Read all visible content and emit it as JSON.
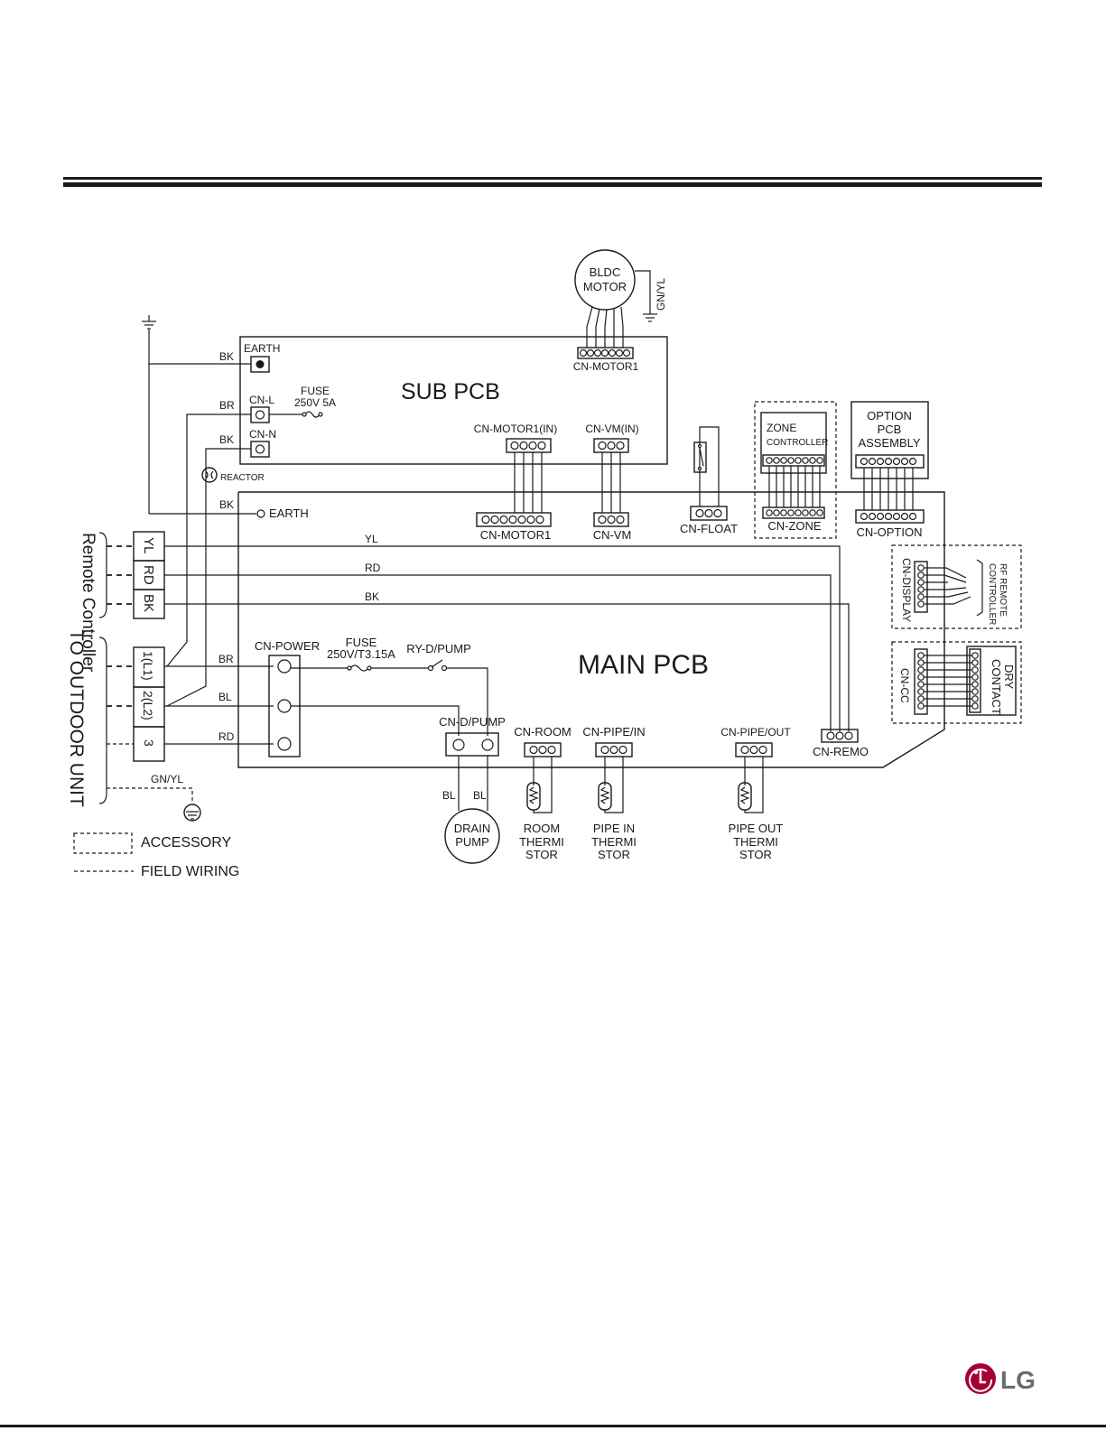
{
  "diagram": {
    "sub_pcb": "SUB PCB",
    "main_pcb": "MAIN PCB",
    "bldc_motor": [
      "BLDC",
      "MOTOR"
    ],
    "gn_yl": "GN/YL",
    "cn_motor1_sub": "CN-MOTOR1",
    "earth_sub": "EARTH",
    "cn_l": "CN-L",
    "cn_n": "CN-N",
    "fuse_sub": [
      "FUSE",
      "250V 5A"
    ],
    "reactor": "REACTOR",
    "earth_main": "EARTH",
    "cn_motor1_in": "CN-MOTOR1(IN)",
    "cn_vm_in": "CN-VM(IN)",
    "cn_motor1_main": "CN-MOTOR1",
    "cn_vm": "CN-VM",
    "cn_float": "CN-FLOAT",
    "zone_controller": [
      "ZONE",
      "CONTROLLER"
    ],
    "cn_zone": "CN-ZONE",
    "option_pcb": [
      "OPTION",
      "PCB",
      "ASSEMBLY"
    ],
    "cn_option": "CN-OPTION",
    "cn_display": "CN-DISPLAY",
    "rf_remote": [
      "RF REMOTE",
      "CONTROLLER"
    ],
    "cn_cc": "CN-CC",
    "dry_contact": [
      "DRY",
      "CONTACT"
    ],
    "cn_power": "CN-POWER",
    "fuse_main": [
      "FUSE",
      "250V/T3.15A"
    ],
    "ry_pump": "RY-D/PUMP",
    "cn_dpump": "CN-D/PUMP",
    "cn_room": "CN-ROOM",
    "cn_pipe_in": "CN-PIPE/IN",
    "cn_pipe_out": "CN-PIPE/OUT",
    "cn_remo": "CN-REMO",
    "drain_pump": [
      "DRAIN",
      "PUMP"
    ],
    "room_thermistor": [
      "ROOM",
      "THERMI",
      "STOR"
    ],
    "pipe_in_thermistor": [
      "PIPE IN",
      "THERMI",
      "STOR"
    ],
    "pipe_out_thermistor": [
      "PIPE OUT",
      "THERMI",
      "STOR"
    ],
    "remote_controller": "Remote Controller",
    "to_outdoor_unit": "TO OUTDOOR UNIT",
    "remote_terminals": [
      "YL",
      "RD",
      "BK"
    ],
    "outdoor_terminals": [
      "1(L1)",
      "2(L2)",
      "3"
    ],
    "wire_labels": {
      "bk1": "BK",
      "br1": "BR",
      "bk2": "BK",
      "bk3": "BK",
      "yl": "YL",
      "rd": "RD",
      "bk4": "BK",
      "br2": "BR",
      "bl": "BL",
      "rd2": "RD",
      "gnyl": "GN/YL",
      "bl_pump1": "BL",
      "bl_pump2": "BL"
    },
    "legend": {
      "accessory": "ACCESSORY",
      "field_wiring": "FIELD WIRING"
    }
  },
  "logo": {
    "text": "LG",
    "brand_color": "#a50034"
  }
}
